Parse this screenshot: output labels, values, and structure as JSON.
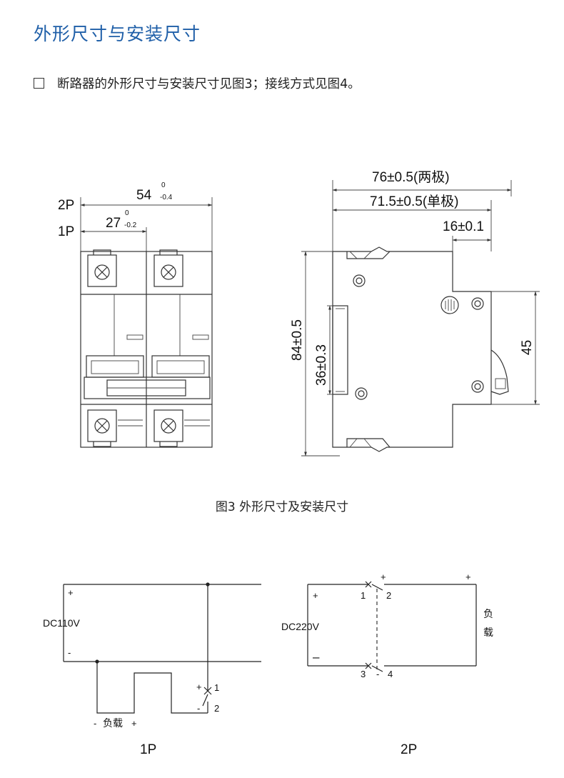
{
  "section_title": "外形尺寸与安装尺寸",
  "intro_text": "断路器的外形尺寸与安装尺寸见图3；接线方式见图4。",
  "figure3": {
    "caption": "图3  外形尺寸及安装尺寸",
    "front": {
      "label_2p": "2P",
      "label_1p": "1P",
      "width_2p": "54",
      "width_2p_upper_tol": "0",
      "width_2p_lower_tol": "-0.4",
      "width_1p": "27",
      "width_1p_upper_tol": "0",
      "width_1p_lower_tol": "-0.2"
    },
    "side": {
      "depth_2pole": "76±0.5(两极)",
      "depth_1pole": "71.5±0.5(单极)",
      "step": "16±0.1",
      "height": "84±0.5",
      "rail_height": "36±0.3",
      "front_height": "45"
    }
  },
  "figure4": {
    "p1": {
      "source": "DC110V",
      "plus": "+",
      "minus": "-",
      "switch_plus": "+",
      "switch_minus": "-",
      "term_1": "1",
      "term_2": "2",
      "load_minus": "-",
      "load": "负载",
      "load_plus": "+",
      "label": "1P"
    },
    "p2": {
      "source": "DC220V",
      "plus": "+",
      "minus": "–",
      "top_plus": "+",
      "right_plus": "+",
      "bottom_minus": "-",
      "term_1": "1",
      "term_2": "2",
      "term_3": "3",
      "term_4": "4",
      "load_1": "负",
      "load_2": "载",
      "label": "2P"
    }
  }
}
